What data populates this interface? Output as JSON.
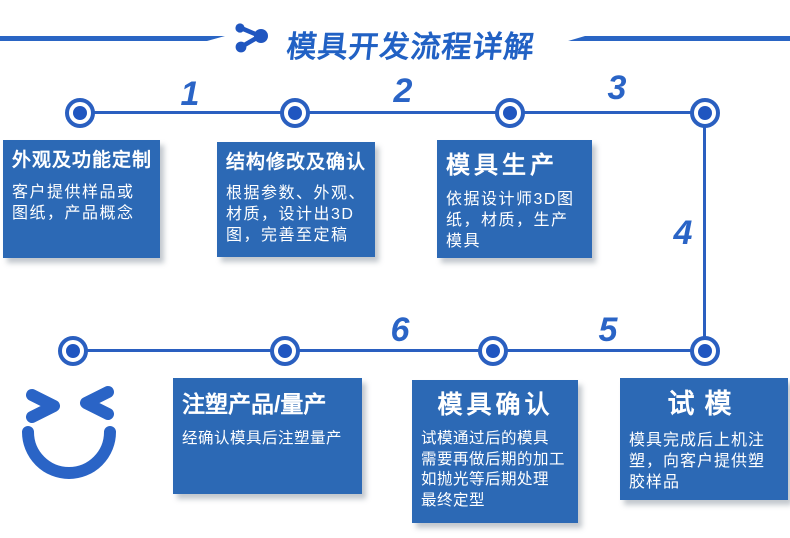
{
  "colors": {
    "box_fill": "#2c69b5",
    "flow_line": "#2a5fc0",
    "node_dot": "#2056c0",
    "number_blue": "#2a64c6",
    "header_blue": "#2a65c4",
    "title_blue": "#2161c4",
    "text_on_box": "#ffffff",
    "background": "#ffffff"
  },
  "icons": {
    "header_icon": "share-nodes-icon",
    "mascot_icon": "winking-smiley-icon"
  },
  "header": {
    "title": "模具开发流程详解"
  },
  "flow": {
    "step_numbers": [
      "1",
      "2",
      "3",
      "4",
      "5",
      "6"
    ]
  },
  "boxes": [
    {
      "step": "1",
      "title": "外观及功能定制",
      "body": "客户提供样品或\n图纸，产品概念"
    },
    {
      "step": "2",
      "title": "结构修改及确认",
      "body": "根据参数、外观、\n材质，设计出3D\n图，完善至定稿"
    },
    {
      "step": "3",
      "title": "模具生产",
      "body": "依据设计师3D图\n纸，材质，生产\n模具"
    },
    {
      "step": "6",
      "title": "注塑产品/量产",
      "body": "经确认模具后注塑量产"
    },
    {
      "step": "5",
      "title": "模具确认",
      "body": "试模通过后的模具\n需要再做后期的加工\n如抛光等后期处理\n最终定型"
    },
    {
      "step": "4",
      "title": "试模",
      "body": "模具完成后上机注\n塑，向客户提供塑\n胶样品"
    }
  ]
}
